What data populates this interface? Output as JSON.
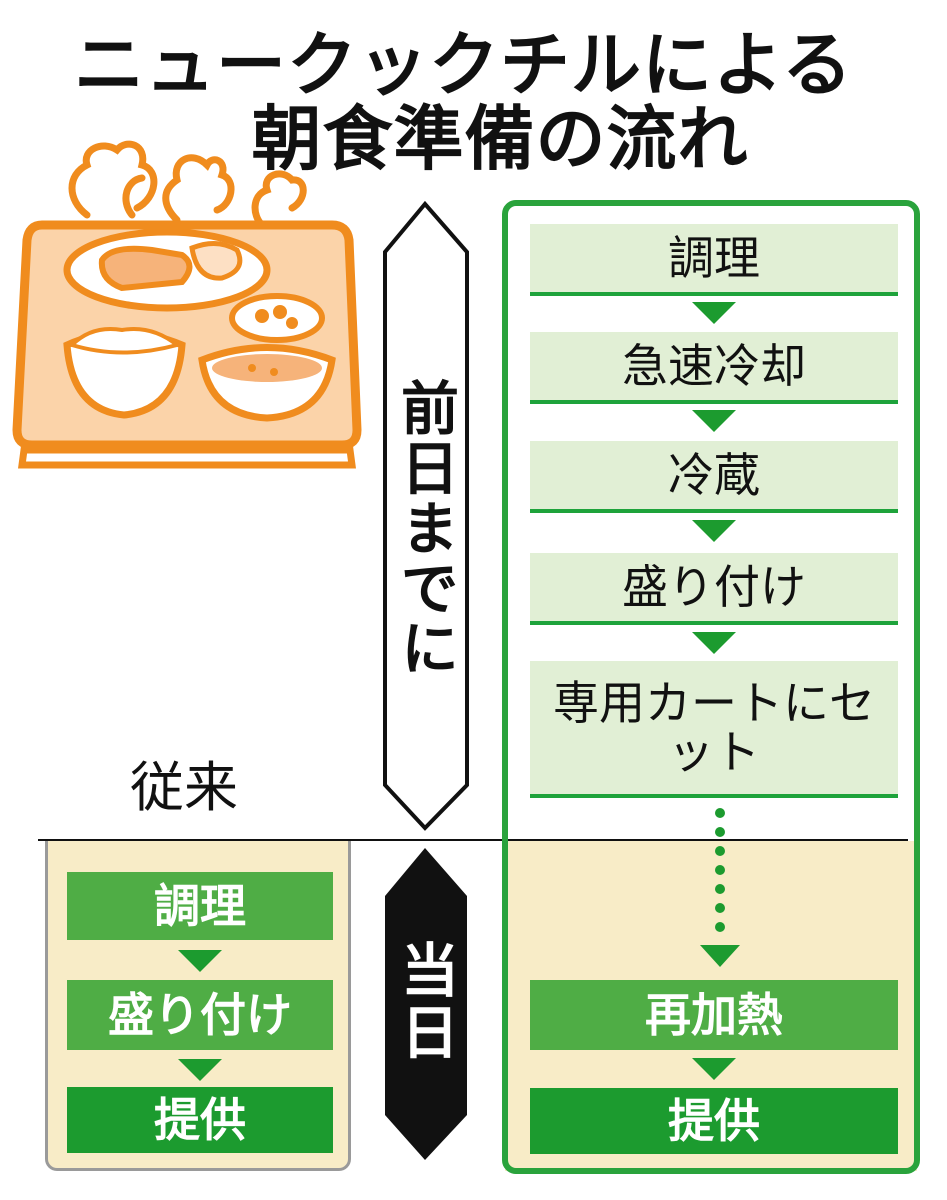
{
  "title": {
    "line1": "ニュークックチルによる",
    "line2": "朝食準備の流れ"
  },
  "labels": {
    "day_before": "前日までに",
    "same_day": "当日",
    "conventional": "従来"
  },
  "new_flow": {
    "before_steps": [
      "調理",
      "急速冷却",
      "冷蔵",
      "盛り付け",
      "専用カートにセット"
    ],
    "same_day_steps": [
      "再加熱",
      "提供"
    ]
  },
  "conventional_flow": {
    "steps": [
      "調理",
      "盛り付け",
      "提供"
    ]
  },
  "colors": {
    "tray_orange": "#f08c1e",
    "green_dark": "#1c9b2f",
    "green_mid": "#4fad45",
    "green_light": "#e1efd5",
    "cream": "#f8ecc7"
  },
  "icons": [
    "food-tray-icon"
  ]
}
